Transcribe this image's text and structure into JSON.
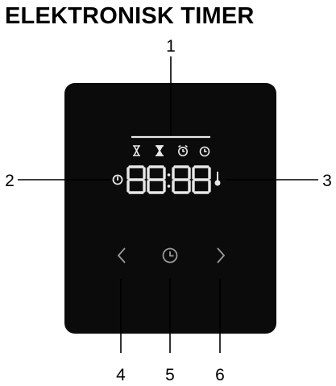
{
  "title": "ELEKTRONISK TIMER",
  "callouts": {
    "c1": "1",
    "c2": "2",
    "c3": "3",
    "c4": "4",
    "c5": "5",
    "c6": "6"
  },
  "display": {
    "digits": "88:88",
    "segment_color": "#e8e8e8",
    "panel_color": "#0b0b0b"
  },
  "icons": {
    "status_icons": [
      "hourglass-outline-icon",
      "hourglass-filled-icon",
      "alarm-clock-icon",
      "clock-icon"
    ],
    "left_indicator": "power-icon",
    "right_indicator": "thermometer-icon",
    "buttons": [
      "chevron-left-icon",
      "clock-button-icon",
      "chevron-right-icon"
    ]
  }
}
